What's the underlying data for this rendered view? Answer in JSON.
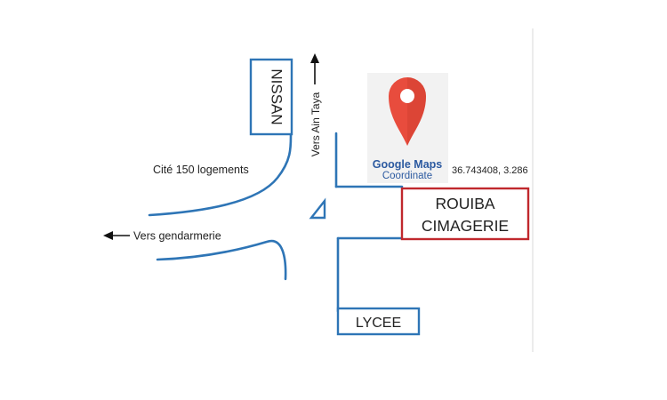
{
  "colors": {
    "road": "#2e75b6",
    "box_border_blue": "#2e75b6",
    "box_border_red": "#c0282d",
    "pin": "#e84c3d",
    "pin_dark": "#c63a2c",
    "logo_text": "#2c5aa0",
    "logo_bg": "#f2f2f2",
    "text": "#222222"
  },
  "labels": {
    "nissan": "NISSAN",
    "vers_ain_taya": "Vers Ain Taya",
    "cite": "Cité 150 logements",
    "vers_gendarmerie": "Vers gendarmerie",
    "rouiba_line1": "ROUIBA",
    "rouiba_line2": "CIMAGERIE",
    "lycee": "LYCEE",
    "coordinates": "36.743408, 3.286"
  },
  "logo": {
    "title": "Google Maps",
    "subtitle": "Coordinate",
    "icon": "map-pin-icon"
  },
  "icons": {
    "arrow_up": "arrow-up-icon",
    "arrow_left": "arrow-left-icon",
    "triangle": "triangle-icon"
  }
}
